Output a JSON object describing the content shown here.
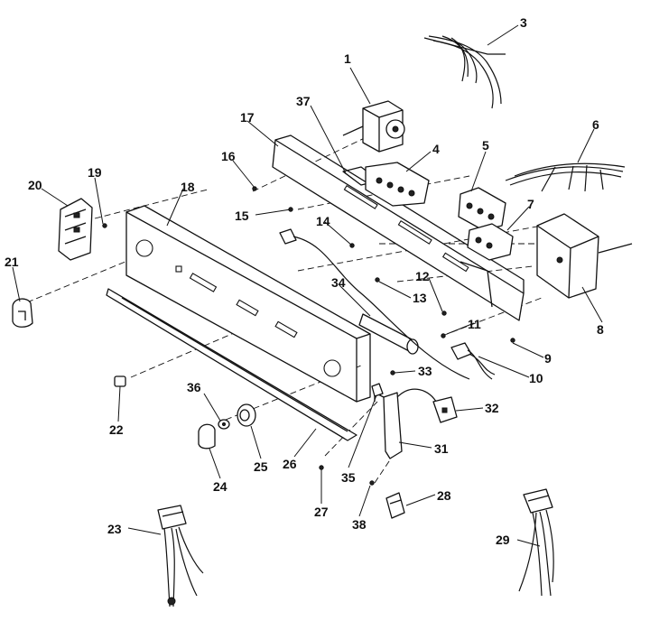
{
  "diagram": {
    "callouts": [
      {
        "id": "c1",
        "label": "1"
      },
      {
        "id": "c3",
        "label": "3"
      },
      {
        "id": "c4",
        "label": "4"
      },
      {
        "id": "c5",
        "label": "5"
      },
      {
        "id": "c6",
        "label": "6"
      },
      {
        "id": "c7",
        "label": "7"
      },
      {
        "id": "c8",
        "label": "8"
      },
      {
        "id": "c9",
        "label": "9"
      },
      {
        "id": "c10",
        "label": "10"
      },
      {
        "id": "c11",
        "label": "11"
      },
      {
        "id": "c12",
        "label": "12"
      },
      {
        "id": "c13",
        "label": "13"
      },
      {
        "id": "c14",
        "label": "14"
      },
      {
        "id": "c15",
        "label": "15"
      },
      {
        "id": "c16",
        "label": "16"
      },
      {
        "id": "c17",
        "label": "17"
      },
      {
        "id": "c18",
        "label": "18"
      },
      {
        "id": "c19",
        "label": "19"
      },
      {
        "id": "c20",
        "label": "20"
      },
      {
        "id": "c21",
        "label": "21"
      },
      {
        "id": "c22",
        "label": "22"
      },
      {
        "id": "c23",
        "label": "23"
      },
      {
        "id": "c24",
        "label": "24"
      },
      {
        "id": "c25",
        "label": "25"
      },
      {
        "id": "c26",
        "label": "26"
      },
      {
        "id": "c27",
        "label": "27"
      },
      {
        "id": "c28",
        "label": "28"
      },
      {
        "id": "c29",
        "label": "29"
      },
      {
        "id": "c31",
        "label": "31"
      },
      {
        "id": "c32",
        "label": "32"
      },
      {
        "id": "c33",
        "label": "33"
      },
      {
        "id": "c34",
        "label": "34"
      },
      {
        "id": "c35",
        "label": "35"
      },
      {
        "id": "c36",
        "label": "36"
      },
      {
        "id": "c37",
        "label": "37"
      },
      {
        "id": "c38",
        "label": "38"
      }
    ]
  }
}
